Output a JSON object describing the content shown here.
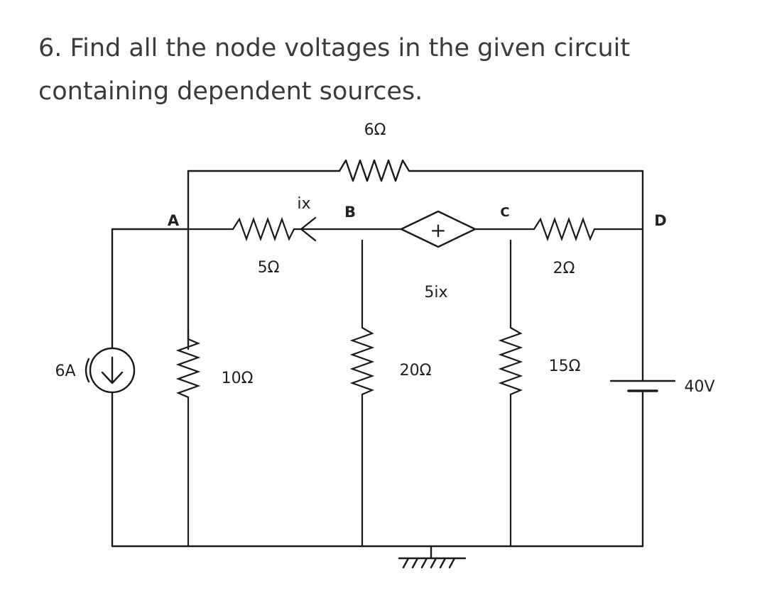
{
  "question": {
    "text": "6. Find all the node voltages in the given circuit containing dependent sources."
  },
  "circuit": {
    "nodes": {
      "a": "A",
      "b": "B",
      "c": "C",
      "d": "D"
    },
    "labels": {
      "r_top": "6Ω",
      "r_ab": "5Ω",
      "r_cd": "2Ω",
      "r_a_gnd": "10Ω",
      "r_b_gnd": "20Ω",
      "r_c_gnd": "15Ω",
      "current_ix": "ix",
      "dep_source": "5ix",
      "dep_source_sign": "+",
      "current_source": "6A",
      "voltage_source": "40V"
    }
  }
}
